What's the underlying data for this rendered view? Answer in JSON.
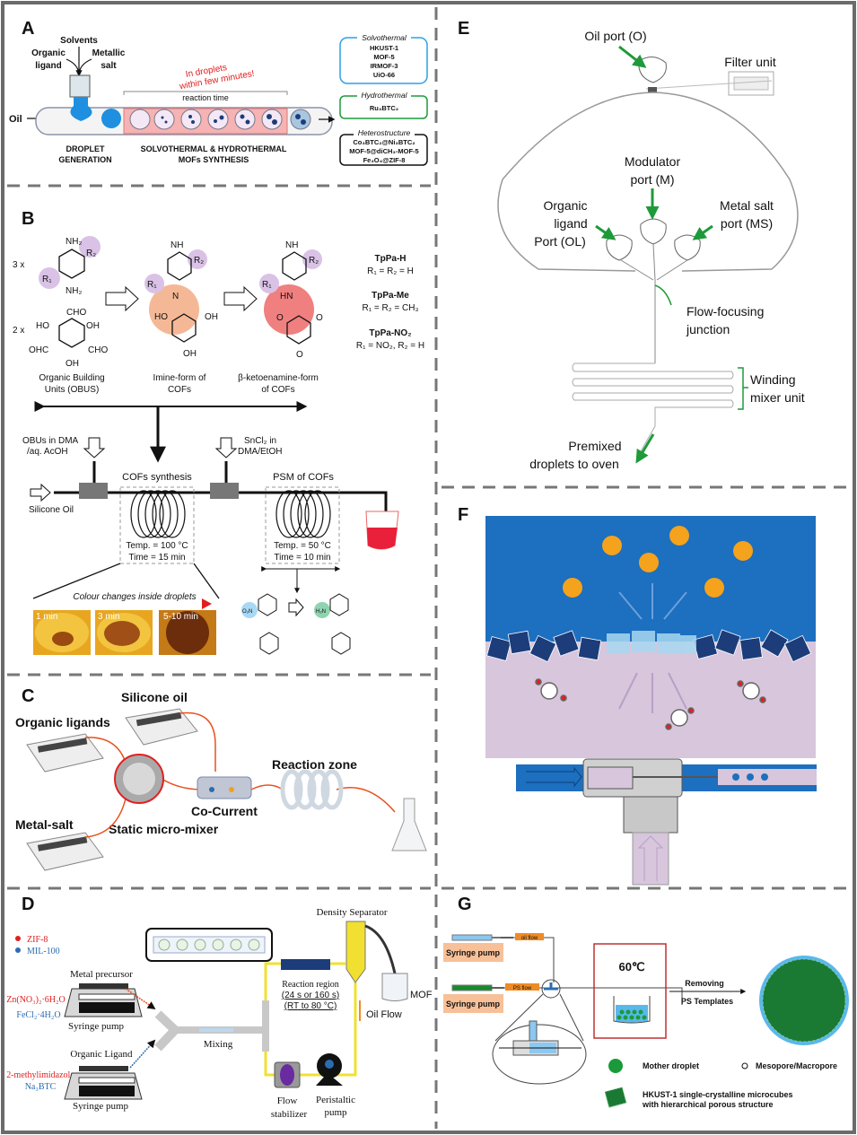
{
  "colors": {
    "border": "#6b6b6b",
    "red": "#e02020",
    "blue": "#2b6cb0",
    "green": "#1e9a3a",
    "orange": "#f08a24",
    "yellow": "#f2e030",
    "dark_blue": "#1c3d7a",
    "panel_f_bg": "#1d6fbf",
    "panel_f_low": "#d7c6dc"
  },
  "panels": {
    "A": {
      "label": "A",
      "solvents": "Solvents",
      "organic": "Organic",
      "ligand": "ligand",
      "metallic": "Metallic",
      "salt": "salt",
      "oil": "Oil",
      "in_droplets": "In droplets",
      "within": "within few minutes!",
      "reaction_time": "reaction time",
      "droplet": "DROPLET",
      "generation": "GENERATION",
      "synth1": "SOLVOTHERMAL & HYDROTHERMAL",
      "synth2": "MOFs SYNTHESIS",
      "boxes": [
        {
          "title": "Solvothermal",
          "items": [
            "HKUST-1",
            "MOF-5",
            "IRMOF-3",
            "UiO-66"
          ]
        },
        {
          "title": "Hydrothermal",
          "items": [
            "Ru₃BTC₂"
          ]
        },
        {
          "title": "Heterostructure",
          "items": [
            "Co₃BTC₂@Ni₃BTC₂",
            "MOF-5@diCH₃-MOF-5",
            "Fe₃O₄@ZIF-8"
          ]
        }
      ]
    },
    "B": {
      "label": "B",
      "x3": "3 x",
      "x2": "2 x",
      "nh2": "NH₂",
      "r1": "R₁",
      "r2": "R₂",
      "cho": "CHO",
      "ho": "HO",
      "oh": "OH",
      "ohc": "OHC",
      "nh": "NH",
      "n": "N",
      "hn": "HN",
      "o": "O",
      "obus1": "Organic Building",
      "obus2": "Units (OBUS)",
      "imine1": "Imine-form of",
      "imine2": "COFs",
      "keto1": "β-ketoenamine-form",
      "keto2": "of COFs",
      "variants": [
        {
          "name": "TpPa-H",
          "def": "R₁ = R₂ = H"
        },
        {
          "name": "TpPa-Me",
          "def": "R₁ = R₂ = CH₃"
        },
        {
          "name": "TpPa-NO₂",
          "def": "R₁ = NO₂, R₂ = H"
        }
      ],
      "obus_in1": "OBUs in DMA",
      "obus_in2": "/aq. AcOH",
      "sncl1": "SnCl₂ in",
      "sncl2": "DMA/EtOH",
      "silicone": "Silicone Oil",
      "cofs_synth": "COFs synthesis",
      "psm": "PSM of COFs",
      "temp1": "Temp. = 100 °C",
      "time1": "Time = 15 min",
      "temp2": "Temp. = 50 °C",
      "time2": "Time = 10 min",
      "colour": "Colour changes inside droplets",
      "frames": [
        "1 min",
        "3 min",
        "5-10 min"
      ],
      "o2n": "O₂N",
      "h2n": "H₂N",
      "h": "H"
    },
    "C": {
      "label": "C",
      "silicone": "Silicone oil",
      "organic": "Organic ligands",
      "reaction": "Reaction zone",
      "cocurrent": "Co-Current",
      "metal": "Metal-salt",
      "mixer": "Static micro-mixer"
    },
    "D": {
      "label": "D",
      "legend": [
        {
          "name": "ZIF-8",
          "color": "#e02020"
        },
        {
          "name": "MIL-100",
          "color": "#2b6cb0"
        }
      ],
      "metal_precursor": "Metal precursor",
      "zn": "Zn(NO₃)₂·6H₂O",
      "fe": "FeCl₂·4H₂O",
      "syringe": "Syringe pump",
      "organic_ligand": "Organic Ligand",
      "mim": "2-methylimidazole",
      "na": "Na₃BTC",
      "mixing": "Mixing",
      "density": "Density Separator",
      "reaction": "Reaction region",
      "rt1": "(24 s or 160 s)",
      "rt2": "(RT to 80 °C)",
      "mof": "MOF",
      "oil_flow": "Oil Flow",
      "flow1": "Flow",
      "flow2": "stabilizer",
      "peri1": "Peristaltic",
      "peri2": "pump"
    },
    "E": {
      "label": "E",
      "oil_port": "Oil port (O)",
      "filter": "Filter unit",
      "mod1": "Modulator",
      "mod2": "port (M)",
      "ol1": "Organic",
      "ol2": "ligand",
      "ol3": "Port (OL)",
      "ms1": "Metal salt",
      "ms2": "port (MS)",
      "ff1": "Flow-focusing",
      "ff2": "junction",
      "wm1": "Winding",
      "wm2": "mixer unit",
      "pd1": "Premixed",
      "pd2": "droplets to oven"
    },
    "F": {
      "label": "F"
    },
    "G": {
      "label": "G",
      "syringe": "Syringe pump",
      "oil_flow": "oil flow",
      "ps_flow": "PS flow",
      "temp": "60℃",
      "removing": "Removing",
      "ps_templates": "PS Templates",
      "mother": "Mother droplet",
      "meso": "Mesopore/Macropore",
      "hkust1": "HKUST-1 single-crystalline microcubes",
      "hkust2": "with hierarchical porous structure"
    }
  }
}
